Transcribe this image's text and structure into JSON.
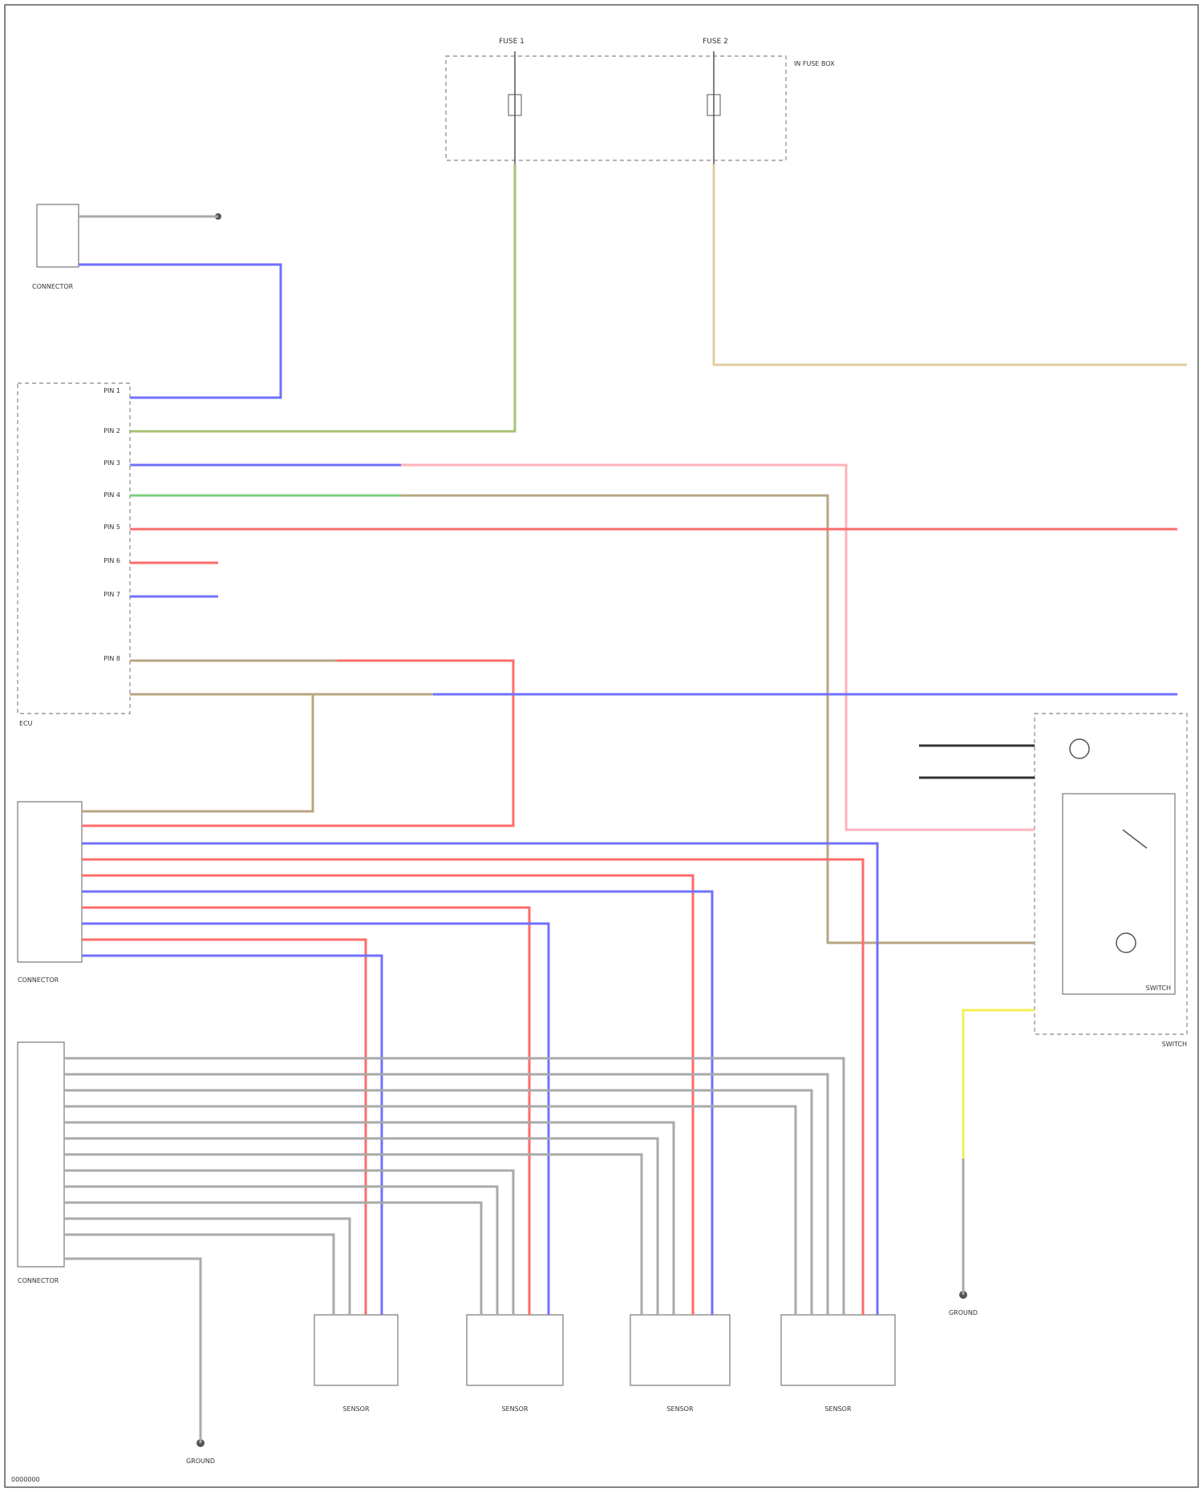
{
  "colors": {
    "blue": "#7070ff",
    "red": "#ff6b6b",
    "pink": "#ffb3bb",
    "green": "#7ed07e",
    "olive": "#a8c070",
    "tan": "#b8a682",
    "beige": "#e0cca0",
    "yellow": "#f5ee55",
    "gray": "#a9a9a9",
    "dark": "#333333"
  },
  "fuse_box": {
    "fuse_left": "FUSE 1",
    "fuse_right": "FUSE 2",
    "box_note": "IN FUSE BOX"
  },
  "connectors": {
    "top_left": "CONNECTOR",
    "ecu": "ECU",
    "mid_left": "CONNECTOR",
    "bottom_left": "CONNECTOR",
    "ground": "GROUND"
  },
  "ecu_pins": [
    "PIN 1",
    "PIN 2",
    "PIN 3",
    "PIN 4",
    "PIN 5",
    "PIN 6",
    "PIN 7",
    "PIN 8"
  ],
  "sensors": [
    "SENSOR",
    "SENSOR",
    "SENSOR",
    "SENSOR"
  ],
  "switch_box": {
    "title": "SWITCH",
    "inner": "SWITCH"
  },
  "footer_code": "0000000"
}
